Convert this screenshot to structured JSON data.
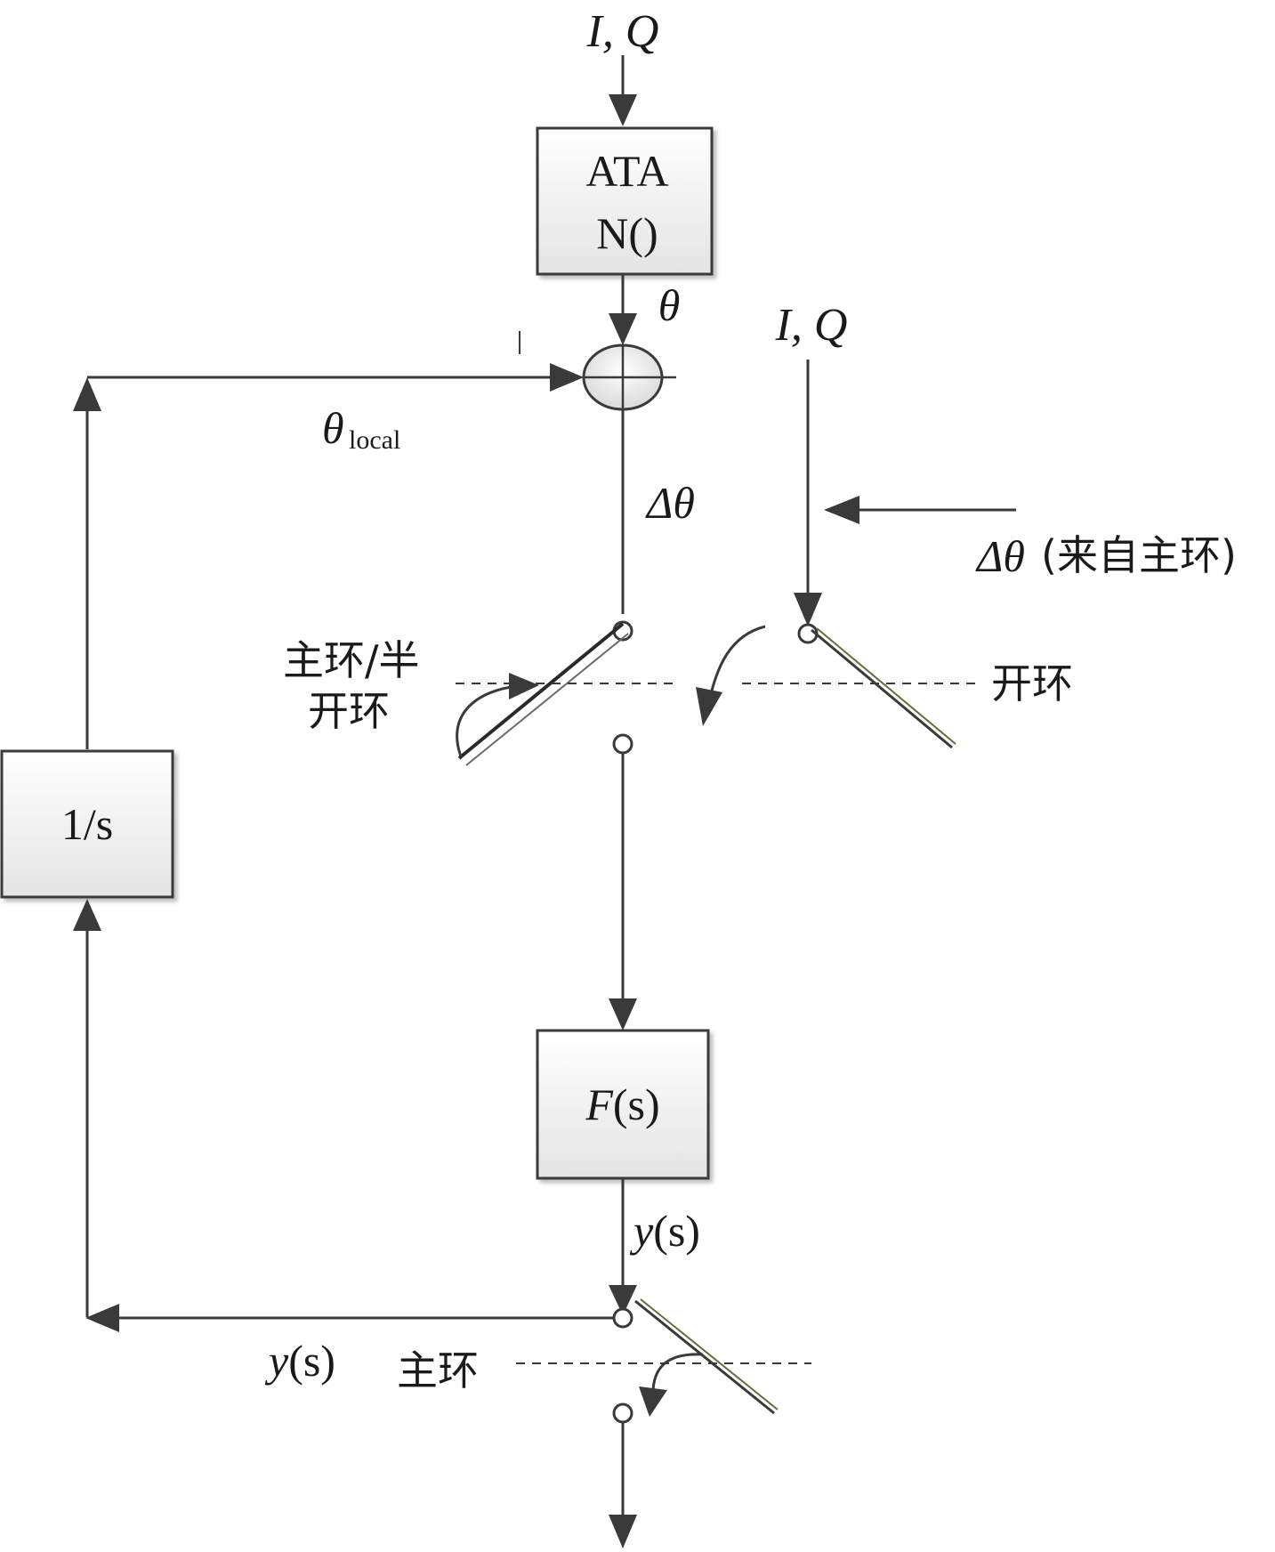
{
  "blocks": {
    "atan_line1": "ATA",
    "atan_line2": "N()",
    "integrator": "1/s",
    "filter_italic": "F",
    "filter_rest": "(s)"
  },
  "labels": {
    "iq_top": "I, Q",
    "iq_right": "I, Q",
    "theta": "θ",
    "theta_local_base": "θ",
    "theta_local_sub": "local",
    "delta_theta": "Δθ",
    "delta_theta_from_main_sym": "Δθ",
    "delta_theta_from_main_text": "(来自主环)",
    "main_half_open_line1": "主环/半",
    "main_half_open_line2": "开环",
    "open_loop": "开环",
    "y_s_right_italic": "y",
    "y_s_right_rest": "(s)",
    "y_s_left_italic": "y",
    "y_s_left_rest": "(s)",
    "main_loop": "主环"
  },
  "colors": {
    "line": "#3a3a3a",
    "box_fill_top": "#ffffff",
    "box_fill_bottom": "#e6e6e6",
    "switch_blade": "#6b6b3a"
  }
}
